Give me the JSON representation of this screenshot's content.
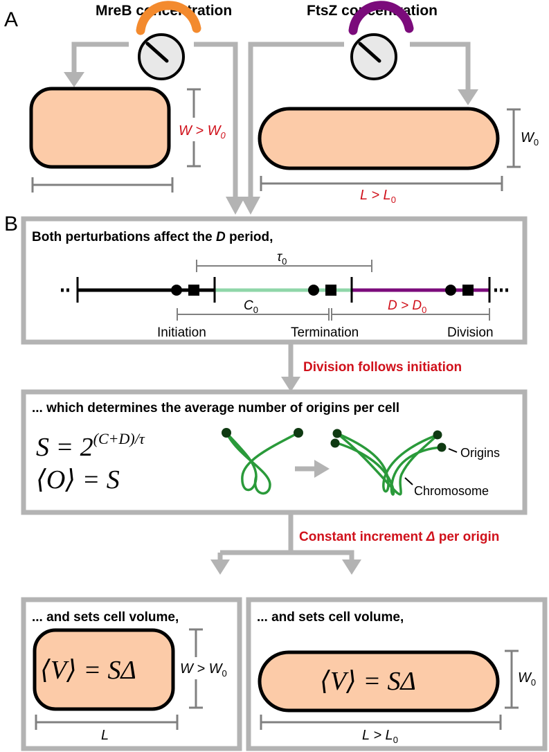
{
  "colors": {
    "arrow_gray": "#b3b3b3",
    "box_border": "#b3b3b3",
    "cell_fill": "#fccba8",
    "cell_outline": "#000000",
    "dim_line": "#808080",
    "emphasis_red": "#d0111b",
    "mreb_dial": "#f38a2e",
    "ftsz_dial": "#7b0b7b",
    "c_period": "#8fd6a8",
    "d_period": "#7b0b7b",
    "chromosome": "#2a9a3a",
    "origin_dot": "#0f3a12"
  },
  "panel_a": {
    "letter": "A",
    "mreb": {
      "label": "MreB concentration",
      "dial_icon": "dial-knob-icon",
      "width_label": "W > W",
      "width_sub": "0"
    },
    "ftsz": {
      "label": "FtsZ concentration",
      "dial_icon": "dial-knob-icon",
      "width_label": "W",
      "width_sub": "0",
      "length_label": "L > L",
      "length_sub": "0"
    }
  },
  "panel_b": {
    "letter": "B",
    "box1": {
      "title_pre": "Both perturbations affect the ",
      "title_em": "D",
      "title_post": " period,",
      "tau": "τ",
      "tau_sub": "0",
      "c_label": "C",
      "c_sub": "0",
      "d_label": "D > D",
      "d_sub": "0",
      "events": [
        "Initiation",
        "Termination",
        "Division"
      ]
    },
    "link1": "Division follows initiation",
    "box2": {
      "title": "... which determines the average number of origins per cell",
      "eq1_lhs": "S = 2",
      "eq1_exp": "(C+D)/τ",
      "eq2": "⟨O⟩ = S",
      "label_origins": "Origins",
      "label_chromosome": "Chromosome"
    },
    "link2_pre": "Constant increment ",
    "link2_em": "Δ",
    "link2_post": " per origin",
    "box3": {
      "title": "... and sets cell volume,",
      "eq": "⟨V⟩ = SΔ",
      "width_label": "W > W",
      "width_sub": "0",
      "length_label": "L"
    },
    "box4": {
      "title": "... and sets cell volume,",
      "eq": "⟨V⟩ = SΔ",
      "width_label": "W",
      "width_sub": "0",
      "length_label": "L > L",
      "length_sub": "0"
    }
  }
}
